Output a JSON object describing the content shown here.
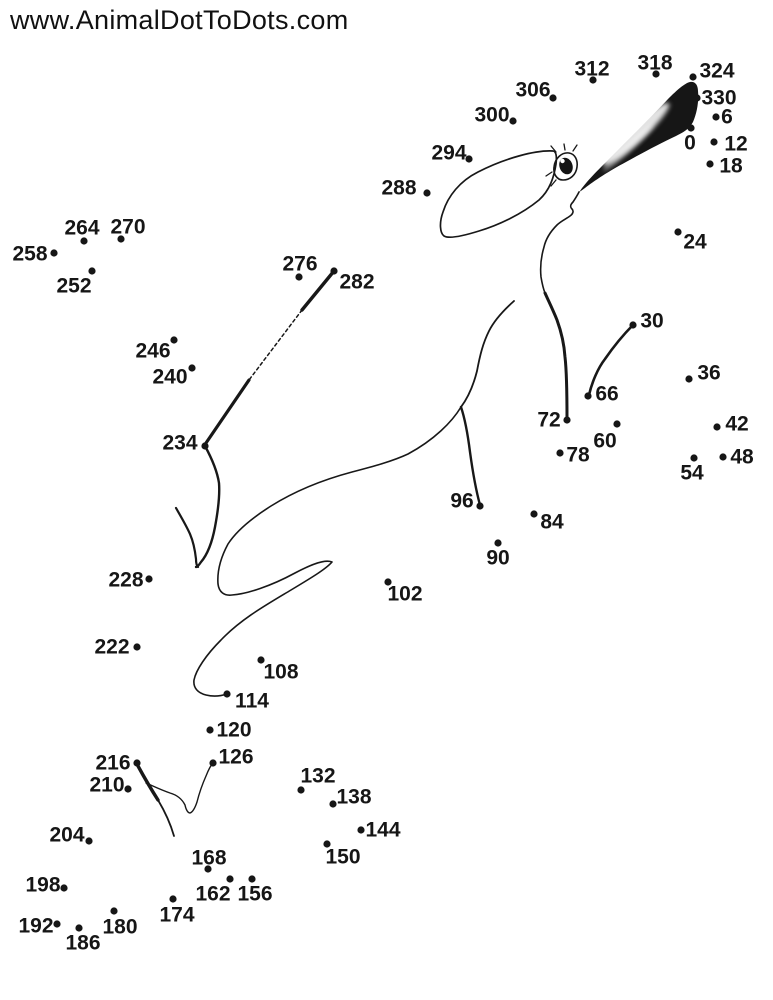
{
  "header": {
    "site_url": "www.AnimalDotToDots.com"
  },
  "puzzle": {
    "type": "connect-the-dots",
    "subject": "rabbit (head, eye and dark ear pre-drawn, body partially drawn)",
    "ink_color": "#161616",
    "dot_radius": 3.6,
    "numbering": {
      "start": 0,
      "end": 330,
      "step": 6,
      "count": 56
    },
    "dots": [
      {
        "n": 0,
        "dot": [
          691,
          128
        ],
        "label": [
          690,
          142
        ]
      },
      {
        "n": 6,
        "dot": [
          716,
          117
        ],
        "label": [
          727,
          116
        ]
      },
      {
        "n": 12,
        "dot": [
          714,
          142
        ],
        "label": [
          736,
          143
        ]
      },
      {
        "n": 18,
        "dot": [
          710,
          164
        ],
        "label": [
          731,
          165
        ]
      },
      {
        "n": 24,
        "dot": [
          678,
          232
        ],
        "label": [
          695,
          241
        ]
      },
      {
        "n": 30,
        "dot": [
          633,
          325
        ],
        "label": [
          652,
          320
        ]
      },
      {
        "n": 36,
        "dot": [
          689,
          379
        ],
        "label": [
          709,
          372
        ]
      },
      {
        "n": 42,
        "dot": [
          717,
          427
        ],
        "label": [
          737,
          423
        ]
      },
      {
        "n": 48,
        "dot": [
          723,
          457
        ],
        "label": [
          742,
          456
        ]
      },
      {
        "n": 54,
        "dot": [
          694,
          458
        ],
        "label": [
          692,
          472
        ]
      },
      {
        "n": 60,
        "dot": [
          617,
          424
        ],
        "label": [
          605,
          440
        ]
      },
      {
        "n": 66,
        "dot": [
          588,
          396
        ],
        "label": [
          607,
          393
        ]
      },
      {
        "n": 72,
        "dot": [
          567,
          420
        ],
        "label": [
          549,
          419
        ]
      },
      {
        "n": 78,
        "dot": [
          560,
          453
        ],
        "label": [
          578,
          454
        ]
      },
      {
        "n": 84,
        "dot": [
          534,
          514
        ],
        "label": [
          552,
          521
        ]
      },
      {
        "n": 90,
        "dot": [
          498,
          543
        ],
        "label": [
          498,
          557
        ]
      },
      {
        "n": 96,
        "dot": [
          480,
          506
        ],
        "label": [
          462,
          500
        ]
      },
      {
        "n": 102,
        "dot": [
          388,
          582
        ],
        "label": [
          405,
          593
        ]
      },
      {
        "n": 108,
        "dot": [
          261,
          660
        ],
        "label": [
          281,
          671
        ]
      },
      {
        "n": 114,
        "dot": [
          227,
          694
        ],
        "label": [
          252,
          700
        ]
      },
      {
        "n": 120,
        "dot": [
          210,
          730
        ],
        "label": [
          234,
          729
        ]
      },
      {
        "n": 126,
        "dot": [
          213,
          763
        ],
        "label": [
          236,
          756
        ]
      },
      {
        "n": 132,
        "dot": [
          301,
          790
        ],
        "label": [
          318,
          775
        ]
      },
      {
        "n": 138,
        "dot": [
          333,
          804
        ],
        "label": [
          354,
          796
        ]
      },
      {
        "n": 144,
        "dot": [
          361,
          830
        ],
        "label": [
          383,
          829
        ]
      },
      {
        "n": 150,
        "dot": [
          327,
          844
        ],
        "label": [
          343,
          856
        ]
      },
      {
        "n": 156,
        "dot": [
          252,
          879
        ],
        "label": [
          255,
          893
        ]
      },
      {
        "n": 162,
        "dot": [
          230,
          879
        ],
        "label": [
          213,
          893
        ]
      },
      {
        "n": 168,
        "dot": [
          208,
          869
        ],
        "label": [
          209,
          857
        ]
      },
      {
        "n": 174,
        "dot": [
          173,
          899
        ],
        "label": [
          177,
          914
        ]
      },
      {
        "n": 180,
        "dot": [
          114,
          911
        ],
        "label": [
          120,
          926
        ]
      },
      {
        "n": 186,
        "dot": [
          79,
          928
        ],
        "label": [
          83,
          942
        ]
      },
      {
        "n": 192,
        "dot": [
          57,
          924
        ],
        "label": [
          36,
          925
        ]
      },
      {
        "n": 198,
        "dot": [
          64,
          888
        ],
        "label": [
          43,
          884
        ]
      },
      {
        "n": 204,
        "dot": [
          89,
          841
        ],
        "label": [
          67,
          834
        ]
      },
      {
        "n": 210,
        "dot": [
          128,
          789
        ],
        "label": [
          107,
          784
        ]
      },
      {
        "n": 216,
        "dot": [
          137,
          763
        ],
        "label": [
          113,
          762
        ]
      },
      {
        "n": 222,
        "dot": [
          137,
          647
        ],
        "label": [
          112,
          646
        ]
      },
      {
        "n": 228,
        "dot": [
          149,
          579
        ],
        "label": [
          126,
          579
        ]
      },
      {
        "n": 234,
        "dot": [
          205,
          446
        ],
        "label": [
          180,
          442
        ]
      },
      {
        "n": 240,
        "dot": [
          192,
          368
        ],
        "label": [
          170,
          376
        ]
      },
      {
        "n": 246,
        "dot": [
          174,
          340
        ],
        "label": [
          153,
          350
        ]
      },
      {
        "n": 252,
        "dot": [
          92,
          271
        ],
        "label": [
          74,
          285
        ]
      },
      {
        "n": 258,
        "dot": [
          54,
          253
        ],
        "label": [
          30,
          253
        ]
      },
      {
        "n": 264,
        "dot": [
          84,
          241
        ],
        "label": [
          82,
          227
        ]
      },
      {
        "n": 270,
        "dot": [
          121,
          239
        ],
        "label": [
          128,
          226
        ]
      },
      {
        "n": 276,
        "dot": [
          299,
          277
        ],
        "label": [
          300,
          263
        ]
      },
      {
        "n": 282,
        "dot": [
          334,
          271
        ],
        "label": [
          357,
          281
        ]
      },
      {
        "n": 288,
        "dot": [
          427,
          193
        ],
        "label": [
          399,
          187
        ]
      },
      {
        "n": 294,
        "dot": [
          469,
          159
        ],
        "label": [
          449,
          152
        ]
      },
      {
        "n": 300,
        "dot": [
          513,
          121
        ],
        "label": [
          492,
          114
        ]
      },
      {
        "n": 306,
        "dot": [
          553,
          98
        ],
        "label": [
          533,
          89
        ]
      },
      {
        "n": 312,
        "dot": [
          593,
          80
        ],
        "label": [
          592,
          68
        ]
      },
      {
        "n": 318,
        "dot": [
          656,
          74
        ],
        "label": [
          655,
          62
        ]
      },
      {
        "n": 324,
        "dot": [
          693,
          77
        ],
        "label": [
          717,
          70
        ]
      },
      {
        "n": 330,
        "dot": [
          697,
          98
        ],
        "label": [
          719,
          97
        ]
      }
    ]
  }
}
